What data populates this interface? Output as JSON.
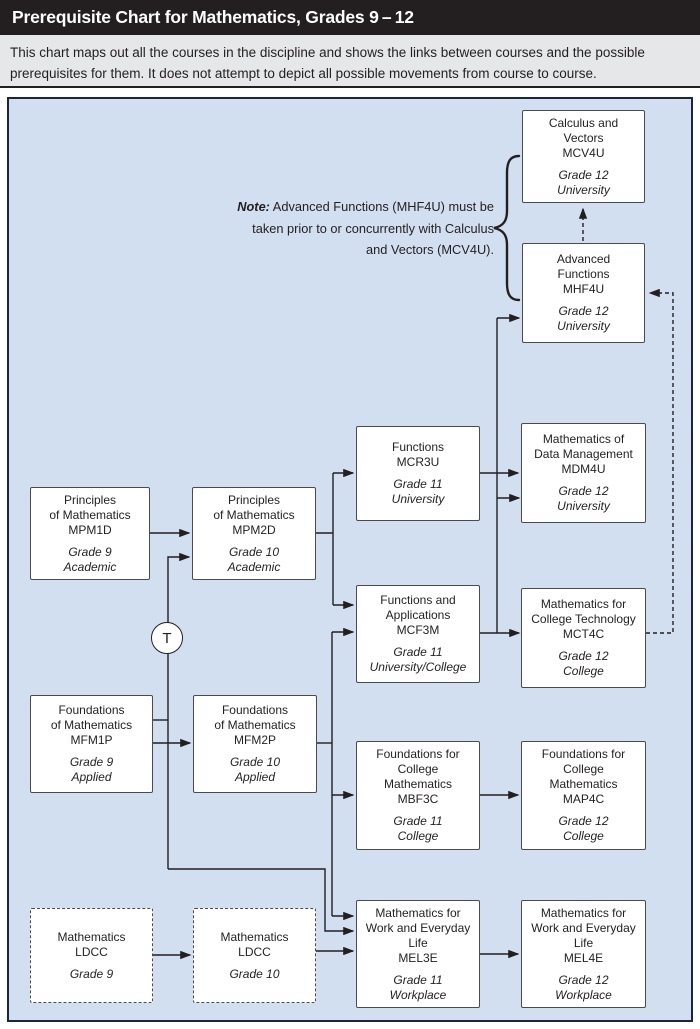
{
  "header": {
    "title": "Prerequisite Chart for Mathematics, Grades 9 – 12"
  },
  "description": "This chart maps out all the courses in the discipline and shows the links between courses and the possible prerequisites for them. It does not attempt to depict all possible movements from course to course.",
  "note": {
    "label": "Note:",
    "text": " Advanced Functions (MHF4U) must be taken prior to or concurrently with Calculus and Vectors (MCV4U)."
  },
  "transfer_symbol": "T",
  "colors": {
    "chart_background": "#d2dff0",
    "header_background": "#231f20",
    "subtitle_background": "#e6e7e8",
    "chart_border": "#1b2440",
    "connector_line": "#231f20",
    "box_background": "#ffffff",
    "box_border": "#4b4b4d"
  },
  "courses": [
    {
      "id": "MCV4U",
      "title": "Calculus and\nVectors",
      "code": "MCV4U",
      "grade": "Grade 12",
      "stream": "University"
    },
    {
      "id": "MHF4U",
      "title": "Advanced\nFunctions",
      "code": "MHF4U",
      "grade": "Grade 12",
      "stream": "University"
    },
    {
      "id": "MCR3U",
      "title": "Functions",
      "code": "MCR3U",
      "grade": "Grade 11",
      "stream": "University"
    },
    {
      "id": "MDM4U",
      "title": "Mathematics of\nData Management",
      "code": "MDM4U",
      "grade": "Grade 12",
      "stream": "University"
    },
    {
      "id": "MCF3M",
      "title": "Functions and\nApplications",
      "code": "MCF3M",
      "grade": "Grade 11",
      "stream": "University/College"
    },
    {
      "id": "MCT4C",
      "title": "Mathematics for\nCollege Technology",
      "code": "MCT4C",
      "grade": "Grade 12",
      "stream": "College"
    },
    {
      "id": "MPM1D",
      "title": "Principles\nof Mathematics",
      "code": "MPM1D",
      "grade": "Grade 9",
      "stream": "Academic"
    },
    {
      "id": "MPM2D",
      "title": "Principles\nof Mathematics",
      "code": "MPM2D",
      "grade": "Grade 10",
      "stream": "Academic"
    },
    {
      "id": "MFM1P",
      "title": "Foundations\nof Mathematics",
      "code": "MFM1P",
      "grade": "Grade 9",
      "stream": "Applied"
    },
    {
      "id": "MFM2P",
      "title": "Foundations\nof Mathematics",
      "code": "MFM2P",
      "grade": "Grade 10",
      "stream": "Applied"
    },
    {
      "id": "MBF3C",
      "title": "Foundations for\nCollege\nMathematics",
      "code": "MBF3C",
      "grade": "Grade 11",
      "stream": "College"
    },
    {
      "id": "MAP4C",
      "title": "Foundations for\nCollege\nMathematics",
      "code": "MAP4C",
      "grade": "Grade 12",
      "stream": "College"
    },
    {
      "id": "LDCC9",
      "title": "Mathematics",
      "code": "LDCC",
      "grade": "Grade 9",
      "stream": ""
    },
    {
      "id": "LDCC10",
      "title": "Mathematics",
      "code": "LDCC",
      "grade": "Grade 10",
      "stream": ""
    },
    {
      "id": "MEL3E",
      "title": "Mathematics for\nWork and Everyday\nLife",
      "code": "MEL3E",
      "grade": "Grade 11",
      "stream": "Workplace"
    },
    {
      "id": "MEL4E",
      "title": "Mathematics for\nWork and Everyday\nLife",
      "code": "MEL4E",
      "grade": "Grade 12",
      "stream": "Workplace"
    }
  ],
  "edges": [
    {
      "from": "MPM1D",
      "to": "MPM2D",
      "style": "solid"
    },
    {
      "from": "MFM1P",
      "to": "MPM2D",
      "style": "solid",
      "via": "T"
    },
    {
      "from": "MFM1P",
      "to": "MFM2P",
      "style": "solid"
    },
    {
      "from": "MFM1P",
      "to": "MEL3E",
      "style": "solid"
    },
    {
      "from": "MPM2D",
      "to": "MCR3U",
      "style": "solid"
    },
    {
      "from": "MPM2D",
      "to": "MCF3M",
      "style": "solid"
    },
    {
      "from": "MFM2P",
      "to": "MCF3M",
      "style": "solid"
    },
    {
      "from": "MFM2P",
      "to": "MBF3C",
      "style": "solid"
    },
    {
      "from": "MFM2P",
      "to": "MEL3E",
      "style": "solid"
    },
    {
      "from": "MCR3U",
      "to": "MDM4U",
      "style": "solid"
    },
    {
      "from": "MCR3U",
      "to": "MHF4U",
      "style": "solid"
    },
    {
      "from": "MCR3U",
      "to": "MCT4C",
      "style": "solid"
    },
    {
      "from": "MCF3M",
      "to": "MDM4U",
      "style": "solid"
    },
    {
      "from": "MCF3M",
      "to": "MCT4C",
      "style": "solid"
    },
    {
      "from": "MBF3C",
      "to": "MAP4C",
      "style": "solid"
    },
    {
      "from": "MEL3E",
      "to": "MEL4E",
      "style": "solid"
    },
    {
      "from": "LDCC9",
      "to": "LDCC10",
      "style": "solid"
    },
    {
      "from": "LDCC10",
      "to": "MEL3E",
      "style": "solid"
    },
    {
      "from": "MHF4U",
      "to": "MCV4U",
      "style": "dashed"
    },
    {
      "from": "MCT4C",
      "to": "MHF4U",
      "style": "dashed"
    }
  ]
}
